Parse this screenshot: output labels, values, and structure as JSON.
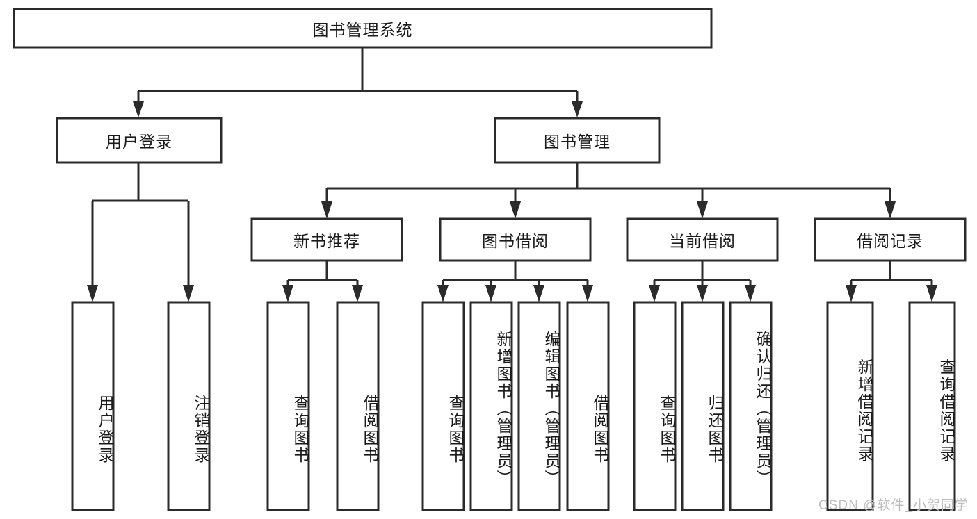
{
  "diagram": {
    "type": "tree-hierarchy",
    "title": "图书管理系统",
    "watermark": "CSDN @软件_小贺同学",
    "colors": {
      "stroke": "#2b2b2b",
      "fill": "#ffffff",
      "text": "#1a1a1a",
      "watermark": "#bdbdbd",
      "background": "#ffffff"
    },
    "root": {
      "label": "图书管理系统"
    },
    "level2": [
      {
        "label": "用户登录"
      },
      {
        "label": "图书管理"
      }
    ],
    "level3": [
      {
        "label": "新书推荐"
      },
      {
        "label": "图书借阅"
      },
      {
        "label": "当前借阅"
      },
      {
        "label": "借阅记录"
      }
    ],
    "leaves": {
      "user_login": [
        {
          "label": "用户登录"
        },
        {
          "label": "注销登录"
        }
      ],
      "new_book_recommend": [
        {
          "label": "查询图书"
        },
        {
          "label": "借阅图书"
        }
      ],
      "book_borrow": [
        {
          "label": "查询图书"
        },
        {
          "label": "新增图书（管理员）"
        },
        {
          "label": "编辑图书（管理员）"
        },
        {
          "label": "借阅图书"
        }
      ],
      "current_borrow": [
        {
          "label": "查询图书"
        },
        {
          "label": "归还图书"
        },
        {
          "label": "确认归还（管理员）"
        }
      ],
      "borrow_record": [
        {
          "label": "新增借阅记录"
        },
        {
          "label": "查询借阅记录"
        }
      ]
    }
  }
}
